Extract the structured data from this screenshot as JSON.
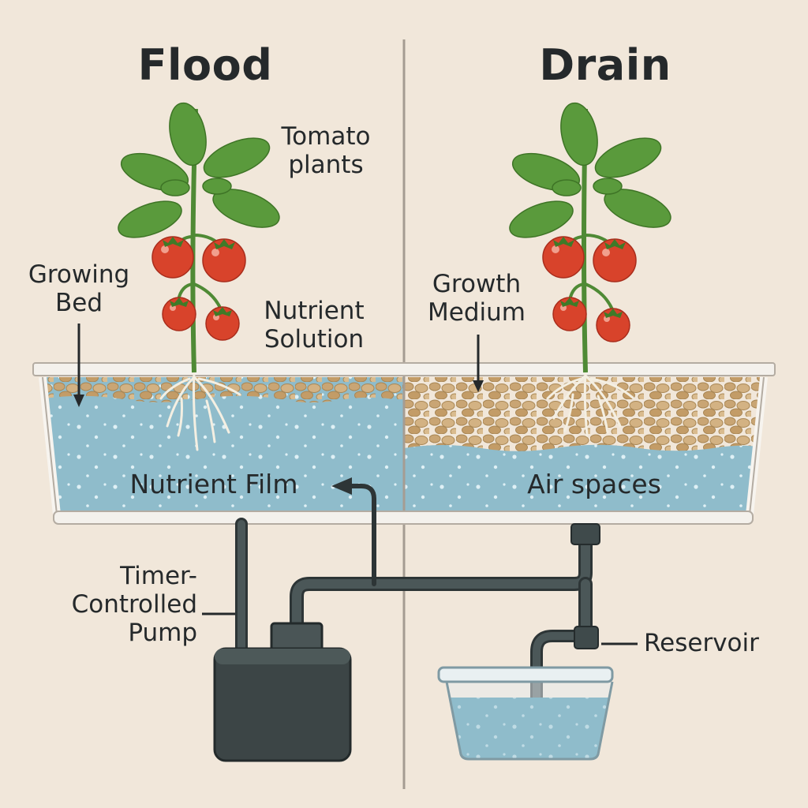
{
  "panels": {
    "flood": {
      "title": "Flood",
      "plant_label": [
        "Tomato",
        "plants"
      ],
      "bed_label": [
        "Growing",
        "Bed"
      ],
      "solution_label": [
        "Nutrient",
        "Solution"
      ],
      "water_label": "Nutrient Film"
    },
    "drain": {
      "title": "Drain",
      "medium_label": [
        "Growth",
        "Medium"
      ],
      "water_label": "Air spaces"
    }
  },
  "components": {
    "pump_label": [
      "Timer-",
      "Controlled",
      "Pump"
    ],
    "reservoir_label": "Reservoir"
  },
  "colors": {
    "background": "#f1e7da",
    "water": "#8fbccb",
    "medium": "#c9a574",
    "leaf": "#5a9a3c",
    "tomato": "#d8432b",
    "pipe": "#3f4a4b",
    "pump": "#3c4546"
  }
}
